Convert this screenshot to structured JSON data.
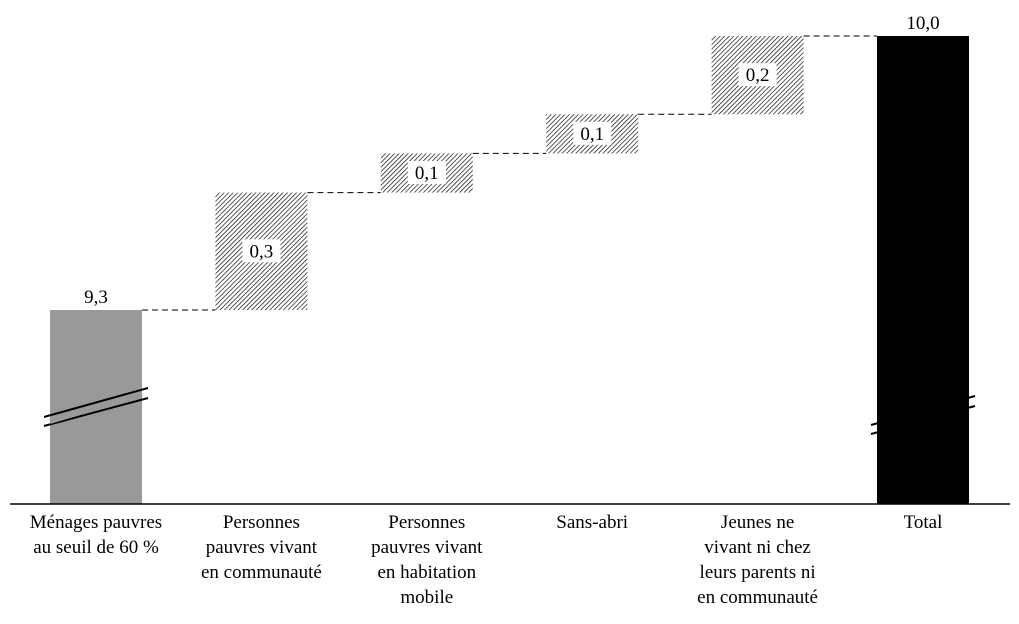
{
  "chart_data": {
    "type": "waterfall",
    "title": "",
    "xlabel": "",
    "ylabel": "",
    "ylim": [
      9.3,
      10.0
    ],
    "axis_break": true,
    "grid": false,
    "categories": [
      "Ménages pauvres\nau seuil de 60 %",
      "Personnes\npauvres vivant\nen communauté",
      "Personnes\npauvres vivant\nen habitation\nmobile",
      "Sans-abri",
      "Jeunes ne\nvivant ni chez\nleurs parents ni\nen communauté",
      "Total"
    ],
    "values": [
      9.3,
      0.3,
      0.1,
      0.1,
      0.2,
      10.0
    ],
    "kinds": [
      "base",
      "increment",
      "increment",
      "increment",
      "increment",
      "total"
    ],
    "data_labels": [
      "9,3",
      "0,3",
      "0,1",
      "0,1",
      "0,2",
      "10,0"
    ],
    "colors": {
      "base": "#999999",
      "total": "#000000",
      "increment": "hatched"
    }
  }
}
